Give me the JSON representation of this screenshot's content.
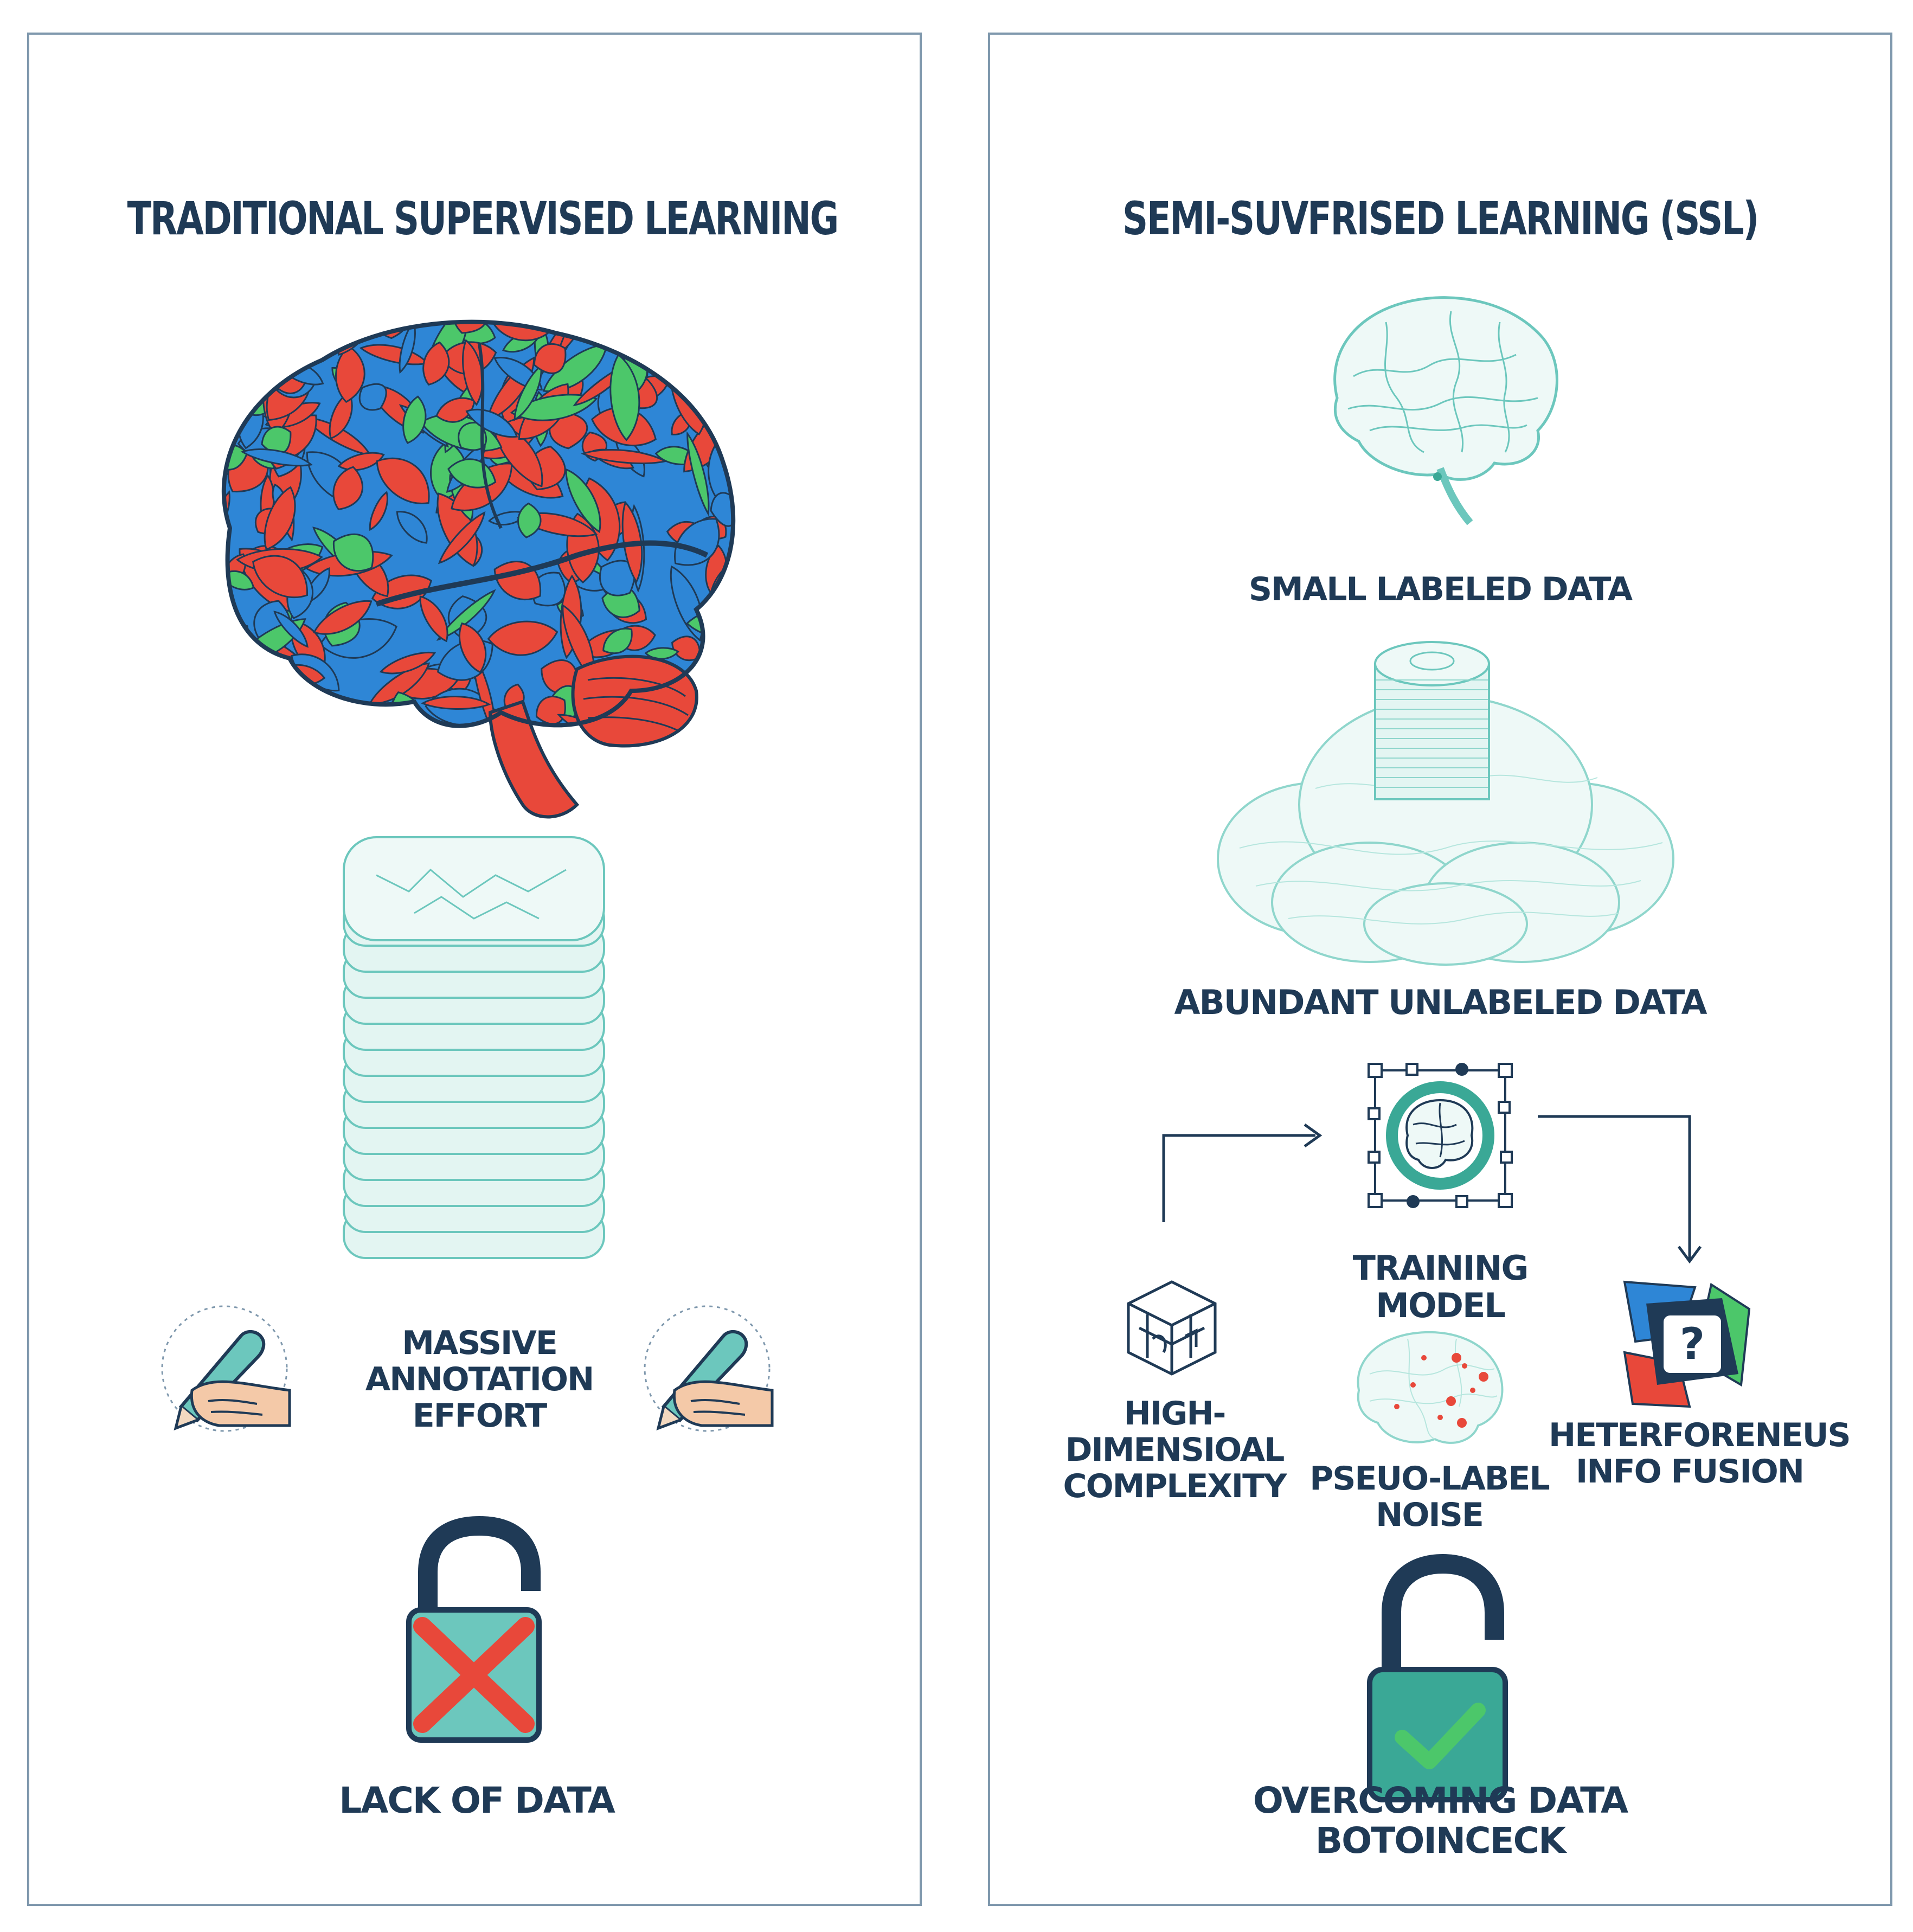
{
  "left_panel": {
    "title": "TRADITIONAL SUPERVISED LEARNING",
    "annotation_label": "MASSIVE\nANNOTATION\nEFFORT",
    "lock_label": "LACK OF DATA"
  },
  "right_panel": {
    "title": "SEMI-SUVFRISED LEARNING (SSL)",
    "small_data_label": "SMALL LABELED DATA",
    "unlabeled_label": "ABUNDANT UNLABELED DATA",
    "training_label": "TRAINING MODEL",
    "complexity_label": "HIGH-DIMENSIOAL\nCOMPLEXITY",
    "noise_label": "PSEUO-LABEL\nNOISE",
    "fusion_label": "HETERFORENEUS\nINFO FUSION",
    "fusion_symbol": "?",
    "lock_label": "OVERCOMING DATA BOTOINCECK"
  },
  "colors": {
    "navy": "#1f3a56",
    "teal": "#6cc7bd",
    "teal_light": "#bfe9e3",
    "red": "#e8483a",
    "blue": "#2e86d6",
    "green": "#4cc76a",
    "border": "#7f98ad"
  }
}
